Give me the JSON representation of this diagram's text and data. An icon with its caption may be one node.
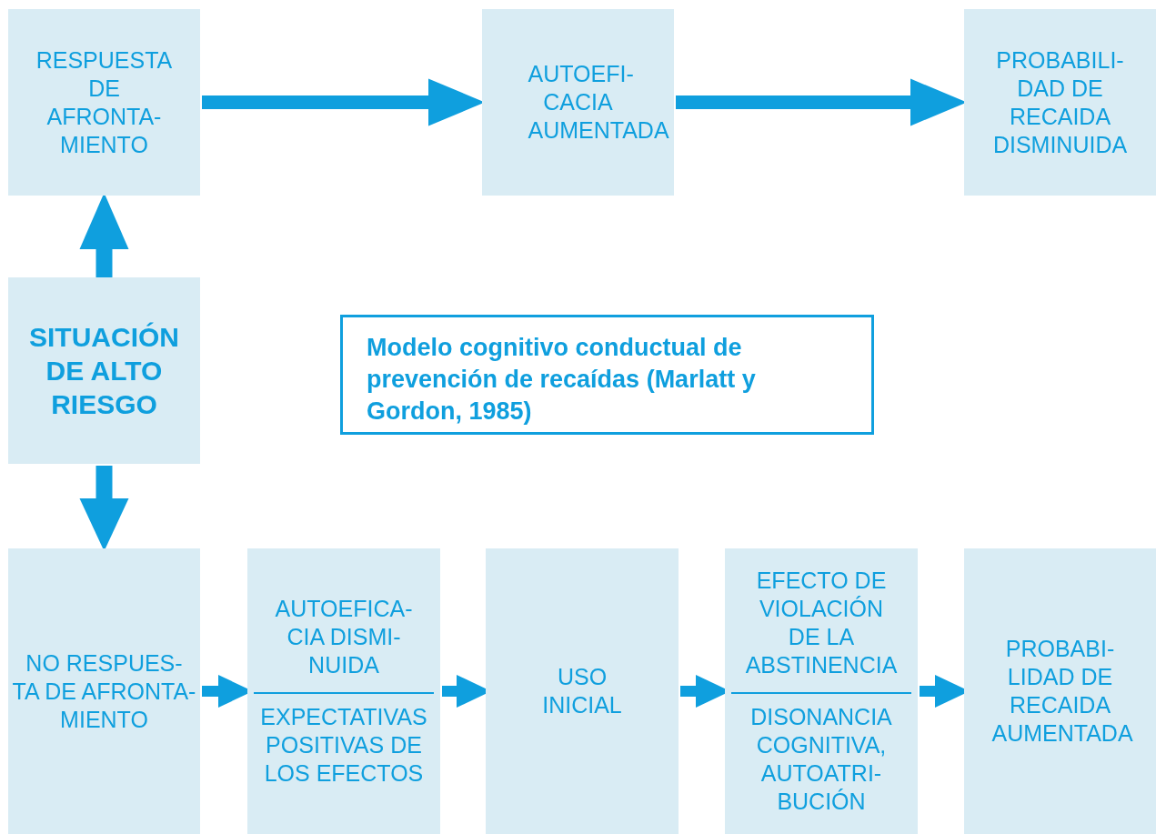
{
  "diagram": {
    "title": "Modelo cognitivo conductual de prevención de recaídas (Marlatt y Gordon, 1985)",
    "nodes": [
      {
        "text": [
          "RESPUESTA DE AFRONTA- MIENTO"
        ]
      },
      {
        "text": [
          "AUTOEFI- CACIA AUMENTADA"
        ]
      },
      {
        "text": [
          "PROBABILI- DAD DE RECAIDA DISMINUIDA"
        ]
      },
      {
        "text": [
          "SITUACIÓN DE ALTO RIESGO"
        ]
      },
      {
        "text": [
          "NO RESPUES- TA DE AFRONTA- MIENTO"
        ]
      },
      {
        "text": [
          "AUTOEFICA- CIA DISMI- NUIDA",
          "EXPECTATIVAS POSITIVAS DE LOS EFECTOS"
        ]
      },
      {
        "text": [
          "USO INICIAL"
        ]
      },
      {
        "text": [
          "EFECTO DE VIOLACIÓN DE LA ABSTINENCIA",
          "DISONANCIA COGNITIVA, AUTOATRI- BUCIÓN"
        ]
      },
      {
        "text": [
          "PROBABI- LIDAD DE RECAIDA AUMENTADA"
        ]
      }
    ],
    "edges": [
      {
        "from": 0,
        "to": 1,
        "arrow": "to"
      },
      {
        "from": 1,
        "to": 2,
        "arrow": "to"
      },
      {
        "from": 3,
        "to": 0,
        "arrow": "to"
      },
      {
        "from": 3,
        "to": 4,
        "arrow": "to"
      },
      {
        "from": 4,
        "to": 5,
        "arrow": "to"
      },
      {
        "from": 5,
        "to": 6,
        "arrow": "to"
      },
      {
        "from": 6,
        "to": 7,
        "arrow": "to"
      },
      {
        "from": 7,
        "to": 8,
        "arrow": "to"
      }
    ]
  }
}
